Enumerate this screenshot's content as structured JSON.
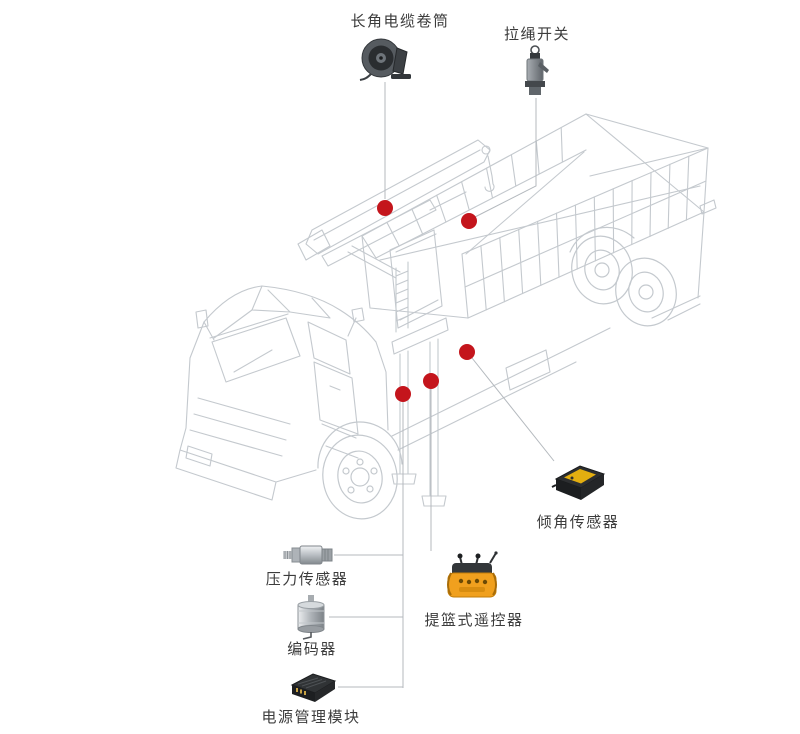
{
  "colors": {
    "marker": "#c4151c",
    "connector": "#b4b9be",
    "wireframe": "#c4c9ce",
    "label_text": "#3c3c3c",
    "remote_body": "#f0a01e",
    "tilt_sensor_top": "#e3ae10"
  },
  "components": [
    {
      "id": "cable-reel",
      "label": "长角电缆卷筒"
    },
    {
      "id": "pull-rope-switch",
      "label": "拉绳开关"
    },
    {
      "id": "tilt-sensor",
      "label": "倾角传感器"
    },
    {
      "id": "pressure-sensor",
      "label": "压力传感器"
    },
    {
      "id": "basket-remote",
      "label": "提篮式遥控器"
    },
    {
      "id": "encoder",
      "label": "编码器"
    },
    {
      "id": "power-module",
      "label": "电源管理模块"
    }
  ],
  "marker_count": "5"
}
